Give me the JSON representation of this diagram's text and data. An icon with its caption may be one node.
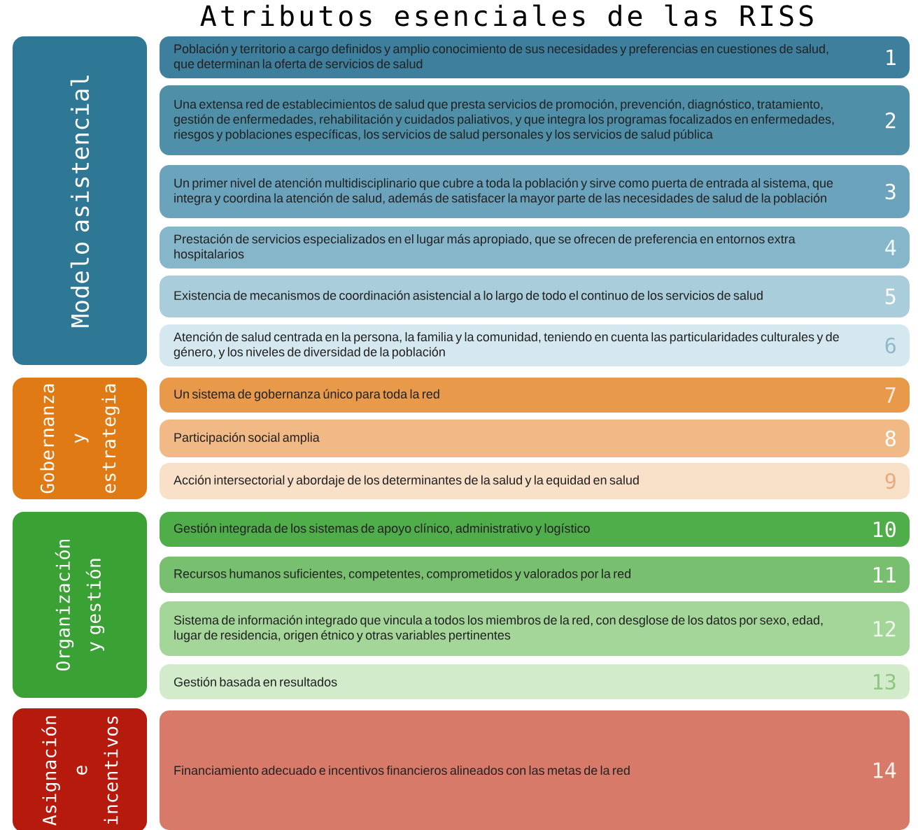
{
  "diagram": {
    "title": "Atributos esenciales de las RISS",
    "nodes": [
      {
        "text": [
          "Modelo asistencial"
        ]
      },
      {
        "text": [
          "Población y territorio a cargo definidos y amplio conocimiento de sus necesidades y preferencias en cuestiones de salud, que determinan la oferta de servicios de salud",
          "1"
        ]
      },
      {
        "text": [
          "Una extensa red de establecimientos de salud que presta servicios de promoción, prevención, diagnóstico, tratamiento, gestión de enfermedades, rehabilitación y cuidados paliativos, y que integra los programas focalizados en enfermedades, riesgos y poblaciones específicas, los servicios de salud personales y los servicios de salud pública",
          "2"
        ]
      },
      {
        "text": [
          "Un primer nivel de atención multidisciplinario que cubre a toda la población y sirve como puerta de entrada al sistema, que integra y coordina la atención de salud, además de satisfacer la mayor parte de las necesidades de salud de la población",
          "3"
        ]
      },
      {
        "text": [
          "Prestación de servicios especializados en el lugar más apropiado, que se ofrecen de preferencia en entornos extra hospitalarios",
          "4"
        ]
      },
      {
        "text": [
          "Existencia de mecanismos de coordinación asistencial a lo largo de todo el continuo de los servicios de salud",
          "5"
        ]
      },
      {
        "text": [
          "Atención de salud centrada en la persona, la familia y la comunidad, teniendo en cuenta las particularidades culturales y de género, y los niveles de diversidad de la población",
          "6"
        ]
      },
      {
        "text": [
          "Gobernanza y estrategia"
        ]
      },
      {
        "text": [
          "Un sistema de gobernanza único para toda la red",
          "7"
        ]
      },
      {
        "text": [
          "Participación social amplia",
          "8"
        ]
      },
      {
        "text": [
          "Acción intersectorial y abordaje de los determinantes de la salud y la equidad en salud",
          "9"
        ]
      },
      {
        "text": [
          "Organización y gestión"
        ]
      },
      {
        "text": [
          "Gestión integrada de los sistemas de apoyo clínico, administrativo y logístico",
          "10"
        ]
      },
      {
        "text": [
          "Recursos humanos suficientes, competentes, comprometidos y valorados por la red",
          "11"
        ]
      },
      {
        "text": [
          "Sistema de información integrado que vincula a todos los miembros de la red, con desglose de los datos por sexo, edad, lugar de residencia, origen étnico y otras variables pertinentes",
          "12"
        ]
      },
      {
        "text": [
          "Gestión basada en resultados",
          "13"
        ]
      },
      {
        "text": [
          "Asignación e incentivos"
        ]
      },
      {
        "text": [
          "Financiamiento adecuado e incentivos financieros alineados con las metas de la red",
          "14"
        ]
      }
    ]
  }
}
